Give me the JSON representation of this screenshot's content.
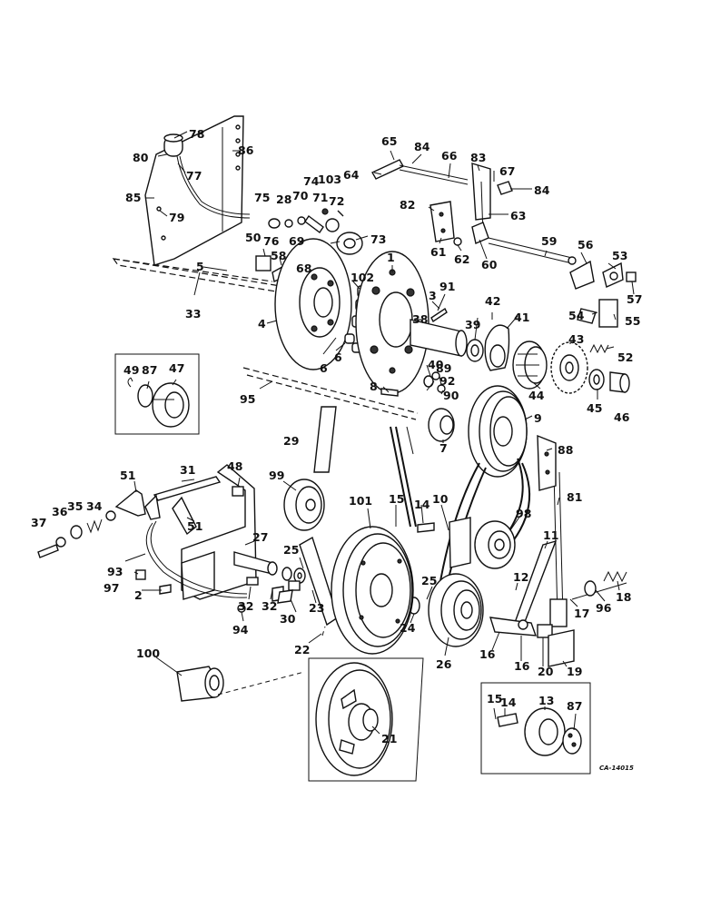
{
  "diagram_code": "CA-14015",
  "callouts": [
    "1",
    "2",
    "3",
    "4",
    "5",
    "6",
    "6",
    "7",
    "8",
    "9",
    "10",
    "11",
    "12",
    "13",
    "14",
    "14",
    "15",
    "15",
    "16",
    "16",
    "17",
    "18",
    "19",
    "20",
    "21",
    "22",
    "23",
    "24",
    "25",
    "25",
    "26",
    "27",
    "28",
    "29",
    "30",
    "31",
    "32",
    "32",
    "33",
    "34",
    "35",
    "36",
    "37",
    "38",
    "39",
    "40",
    "41",
    "42",
    "43",
    "44",
    "45",
    "46",
    "47",
    "48",
    "49",
    "50",
    "51",
    "51",
    "52",
    "53",
    "54",
    "55",
    "56",
    "57",
    "58",
    "59",
    "60",
    "61",
    "62",
    "63",
    "64",
    "65",
    "66",
    "67",
    "68",
    "69",
    "70",
    "71",
    "72",
    "73",
    "74",
    "75",
    "76",
    "77",
    "78",
    "79",
    "80",
    "81",
    "82",
    "83",
    "84",
    "84",
    "85",
    "86",
    "87",
    "87",
    "88",
    "89",
    "90",
    "91",
    "92",
    "93",
    "94",
    "95",
    "96",
    "97",
    "98",
    "99",
    "100",
    "101",
    "102",
    "103"
  ]
}
